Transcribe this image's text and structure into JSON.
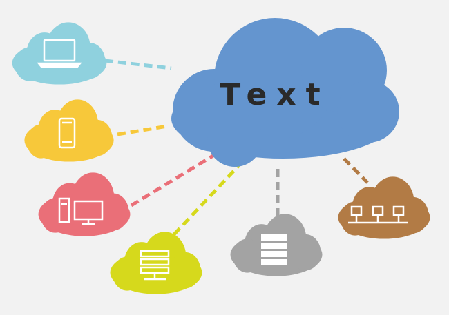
{
  "main_cloud": {
    "label": "Text",
    "color": "#6495cf"
  },
  "nodes": [
    {
      "id": "laptop",
      "icon": "laptop-icon",
      "color": "#8fd1de",
      "connector_color": "#8fd1de"
    },
    {
      "id": "phone",
      "icon": "smartphone-icon",
      "color": "#f7c83a",
      "connector_color": "#f7c83a"
    },
    {
      "id": "desktop",
      "icon": "desktop-computer-icon",
      "color": "#ea6f78",
      "connector_color": "#ea6f78"
    },
    {
      "id": "server",
      "icon": "server-rack-icon",
      "color": "#d6d91c",
      "connector_color": "#d6d91c"
    },
    {
      "id": "storage",
      "icon": "database-stack-icon",
      "color": "#a3a3a3",
      "connector_color": "#a3a3a3"
    },
    {
      "id": "network",
      "icon": "network-nodes-icon",
      "color": "#b27b45",
      "connector_color": "#b27b45"
    }
  ],
  "background": "#f2f2f2"
}
